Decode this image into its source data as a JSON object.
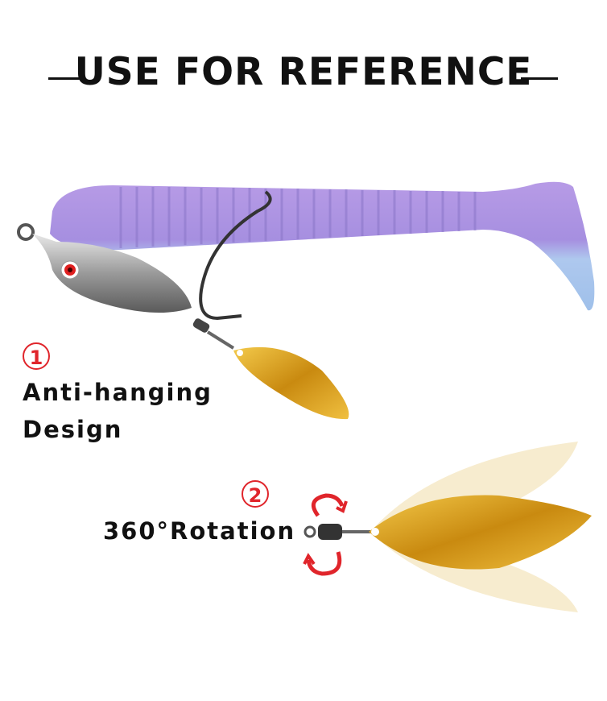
{
  "title": "USE FOR REFERENCE",
  "features": [
    {
      "number": "1",
      "line1": "Anti-hanging",
      "line2": "Design"
    },
    {
      "number": "2",
      "line1": "360°Rotation"
    }
  ],
  "colors": {
    "accent": "#e0252b",
    "gold": "#d9a21c",
    "purple": "#a98ee0",
    "blue": "#a9c8ec"
  }
}
